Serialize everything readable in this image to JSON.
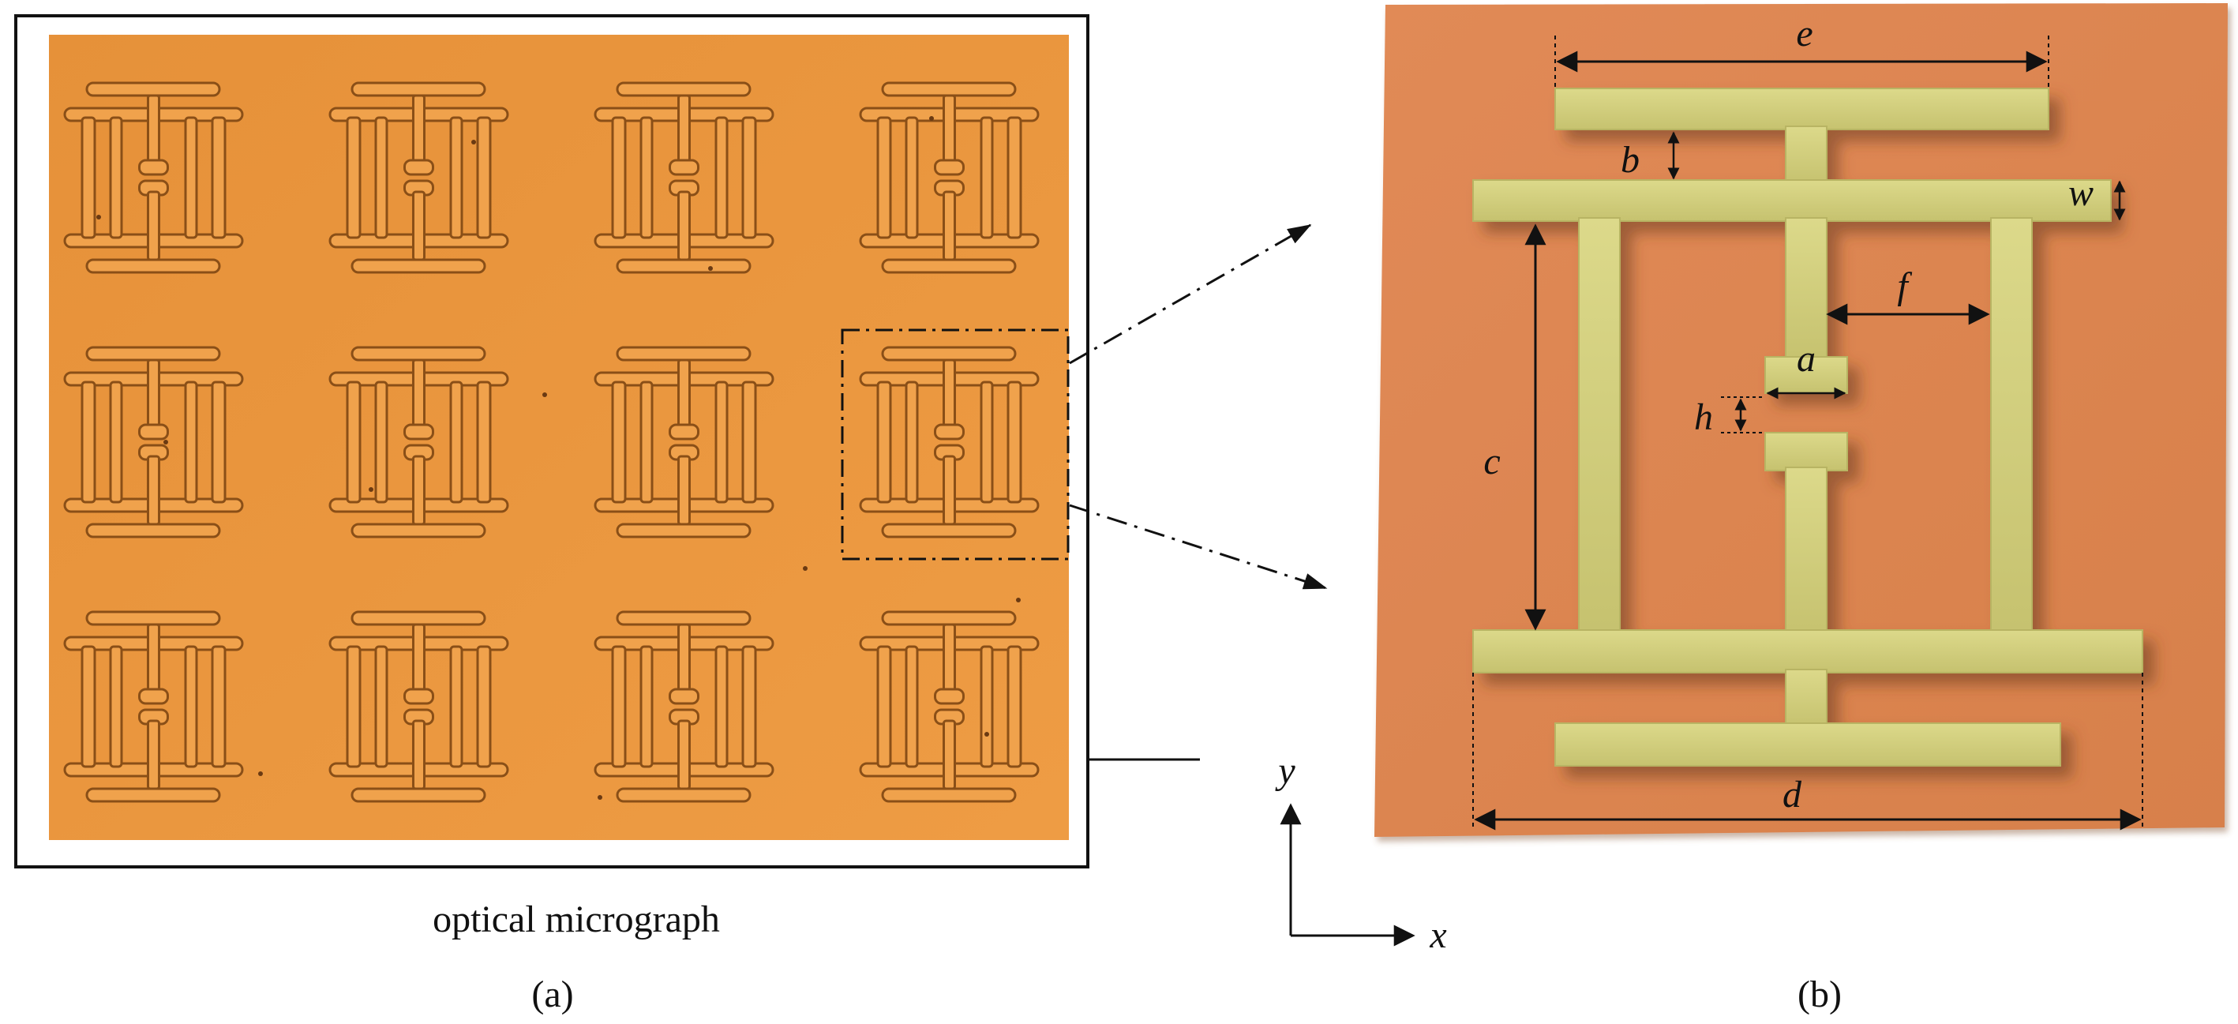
{
  "panel_a": {
    "caption": "optical micrograph",
    "panel_label": "(a)",
    "grid": {
      "rows": 3,
      "cols": 4
    },
    "substrate_color": "#e8953f",
    "pattern_color": "#f0a24c"
  },
  "panel_b": {
    "panel_label": "(b)",
    "substrate_color": "#dc8552",
    "metal_color": "#cfcc7a",
    "dimensions": {
      "e": "e",
      "b": "b",
      "w": "w",
      "f": "f",
      "a": "a",
      "h": "h",
      "c": "c",
      "d": "d"
    }
  },
  "axes": {
    "x_label": "x",
    "y_label": "y"
  }
}
